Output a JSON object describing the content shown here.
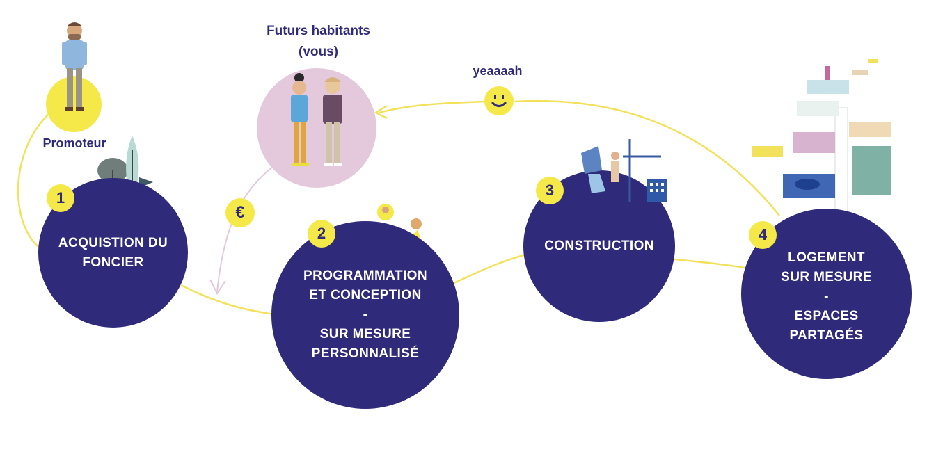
{
  "colors": {
    "circle": "#2f2a7a",
    "accent_yellow": "#f5e94a",
    "path": "#f2e15b",
    "pink": "#e4c8db",
    "text": "#2f2a7a"
  },
  "people": {
    "promoteur_label": "Promoteur",
    "futurs_title_line1": "Futurs habitants",
    "futurs_title_line2": "(vous)"
  },
  "feedback": {
    "text": "yeaaaah",
    "icon": "smiley-icon"
  },
  "money": {
    "symbol": "€"
  },
  "steps": [
    {
      "number": "1",
      "lines": [
        "ACQUISTION DU",
        "FONCIER"
      ]
    },
    {
      "number": "2",
      "lines": [
        "PROGRAMMATION",
        "ET CONCEPTION",
        "-",
        "SUR MESURE",
        "PERSONNALISÉ"
      ]
    },
    {
      "number": "3",
      "lines": [
        "CONSTRUCTION"
      ]
    },
    {
      "number": "4",
      "lines": [
        "LOGEMENT",
        "SUR MESURE",
        "-",
        "ESPACES",
        "PARTAGÉS"
      ]
    }
  ]
}
